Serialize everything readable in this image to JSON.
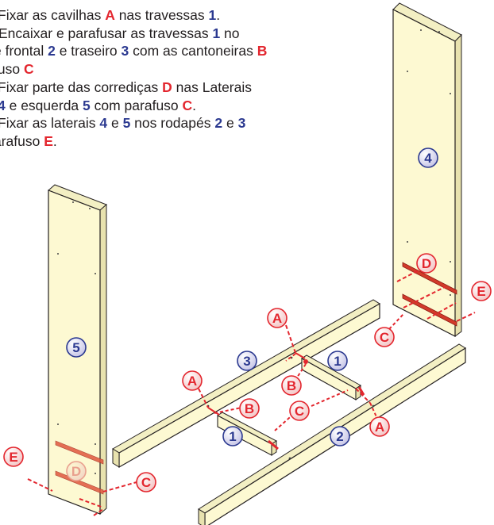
{
  "instructions": [
    {
      "segments": [
        {
          "text": "Fixar as cavilhas ",
          "style": "plain"
        },
        {
          "text": "A",
          "style": "red"
        },
        {
          "text": " nas travessas ",
          "style": "plain"
        },
        {
          "text": "1",
          "style": "blue"
        },
        {
          "text": ".",
          "style": "plain"
        }
      ]
    },
    {
      "segments": [
        {
          "text": "Encaixar e parafusar as travessas ",
          "style": "plain"
        },
        {
          "text": "1",
          "style": "blue"
        },
        {
          "text": " no",
          "style": "plain"
        }
      ]
    },
    {
      "segments": [
        {
          "text": "é frontal ",
          "style": "plain"
        },
        {
          "text": "2",
          "style": "blue"
        },
        {
          "text": " e traseiro ",
          "style": "plain"
        },
        {
          "text": "3",
          "style": "blue"
        },
        {
          "text": " com as cantoneiras ",
          "style": "plain"
        },
        {
          "text": "B",
          "style": "red"
        }
      ]
    },
    {
      "segments": [
        {
          "text": "fuso ",
          "style": "plain"
        },
        {
          "text": "C",
          "style": "red"
        }
      ]
    },
    {
      "segments": [
        {
          "text": "Fixar parte das corrediças ",
          "style": "plain"
        },
        {
          "text": "D",
          "style": "red"
        },
        {
          "text": " nas Laterais",
          "style": "plain"
        }
      ]
    },
    {
      "segments": [
        {
          "text": " 4",
          "style": "blue"
        },
        {
          "text": " e esquerda ",
          "style": "plain"
        },
        {
          "text": "5",
          "style": "blue"
        },
        {
          "text": " com parafuso ",
          "style": "plain"
        },
        {
          "text": "C",
          "style": "red"
        },
        {
          "text": ".",
          "style": "plain"
        }
      ]
    },
    {
      "segments": [
        {
          "text": "Fixar as laterais ",
          "style": "plain"
        },
        {
          "text": "4",
          "style": "blue"
        },
        {
          "text": " e ",
          "style": "plain"
        },
        {
          "text": "5",
          "style": "blue"
        },
        {
          "text": " nos rodapés ",
          "style": "plain"
        },
        {
          "text": "2",
          "style": "blue"
        },
        {
          "text": " e ",
          "style": "plain"
        },
        {
          "text": "3",
          "style": "blue"
        }
      ]
    },
    {
      "segments": [
        {
          "text": "arafuso ",
          "style": "plain"
        },
        {
          "text": "E",
          "style": "red"
        },
        {
          "text": ".",
          "style": "plain"
        }
      ]
    }
  ],
  "part_labels": {
    "side_right": "4",
    "side_left": "5",
    "rail_back": "3",
    "rail_front": "2",
    "crossbar_back": "1",
    "crossbar_front": "1"
  },
  "hardware_labels": {
    "dowel_top": "A",
    "dowel_left": "A",
    "dowel_right": "A",
    "bracket_mid": "B",
    "bracket_left": "B",
    "screw_mid": "C",
    "screw_right": "C",
    "screw_left": "C",
    "slide_right": "D",
    "slide_left": "D",
    "screw_e_right": "E",
    "screw_e_left": "E"
  },
  "colors": {
    "panel": "#fdf9d2",
    "outline": "#231f20",
    "hardware_red": "#e3262e",
    "part_blue": "#2b3990"
  }
}
